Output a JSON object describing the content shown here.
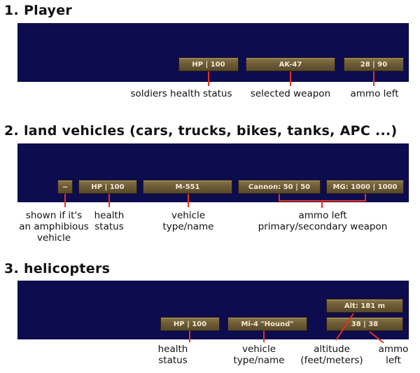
{
  "sections": {
    "player": {
      "heading": "1. Player",
      "boxes": {
        "hp": "HP | 100",
        "weapon": "AK-47",
        "ammo": "28 | 90"
      },
      "captions": {
        "hp": "soldiers health status",
        "weapon": "selected weapon",
        "ammo": "ammo left"
      }
    },
    "land": {
      "heading": "2. land vehicles (cars, trucks, bikes, tanks, APC ...)",
      "boxes": {
        "amphibious": "~",
        "hp": "HP | 100",
        "name": "M-551",
        "cannon": "Cannon: 50 | 50",
        "mg": "MG: 1000 | 1000"
      },
      "captions": {
        "amphibious": [
          "shown if it's",
          "an amphibious",
          "vehicle"
        ],
        "hp": [
          "health",
          "status"
        ],
        "name": [
          "vehicle",
          "type/name"
        ],
        "ammo": [
          "ammo left",
          "primary/secondary weapon"
        ]
      }
    },
    "heli": {
      "heading": "3. helicopters",
      "boxes": {
        "alt": "Alt: 181 m",
        "hp": "HP | 100",
        "name": "Mi-4 \"Hound\"",
        "ammo": "38 | 38"
      },
      "captions": {
        "hp": [
          "health",
          "status"
        ],
        "name": [
          "vehicle",
          "type/name"
        ],
        "alt": [
          "altitude",
          "(feet/meters)"
        ],
        "ammo": [
          "ammo",
          "left"
        ]
      }
    }
  },
  "colors": {
    "panel": "#0c0c4e",
    "pointer": "#e8321e",
    "hud_box": "#6e5c36",
    "hud_text": "#f2ead8"
  }
}
